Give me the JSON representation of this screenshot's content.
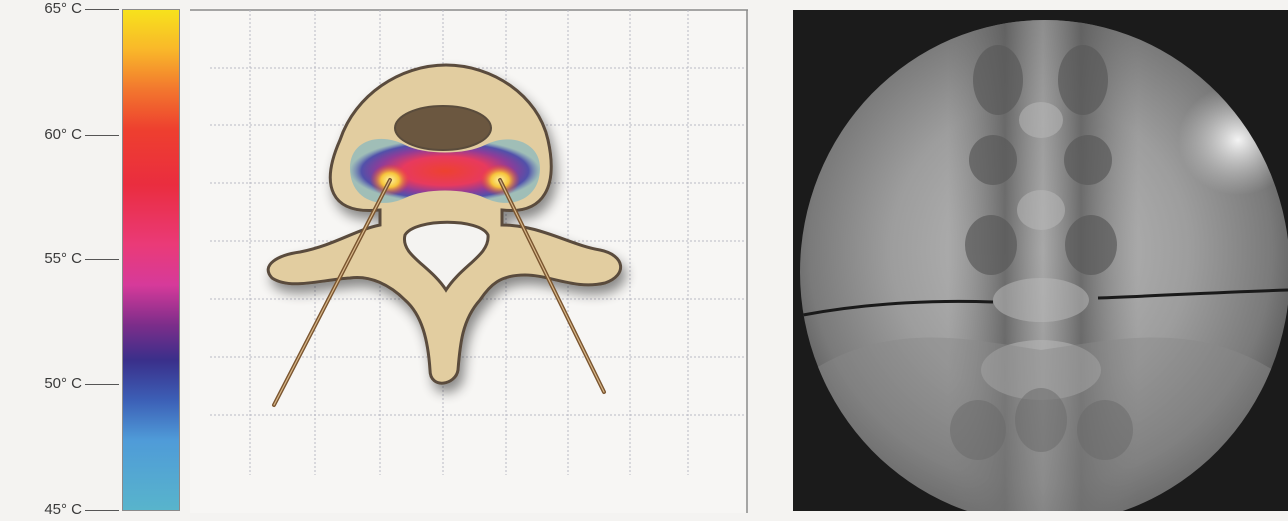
{
  "temperature_scale": {
    "ticks": [
      {
        "label": "65° C",
        "value": 65
      },
      {
        "label": "60° C",
        "value": 60
      },
      {
        "label": "55° C",
        "value": 55
      },
      {
        "label": "50° C",
        "value": 50
      },
      {
        "label": "45° C",
        "value": 45
      }
    ],
    "colors": [
      "#f7e21c",
      "#f2762e",
      "#ee3f2f",
      "#ea3a78",
      "#7c2d8a",
      "#3a2f8a",
      "#4f9bd8",
      "#58b4cc"
    ]
  }
}
